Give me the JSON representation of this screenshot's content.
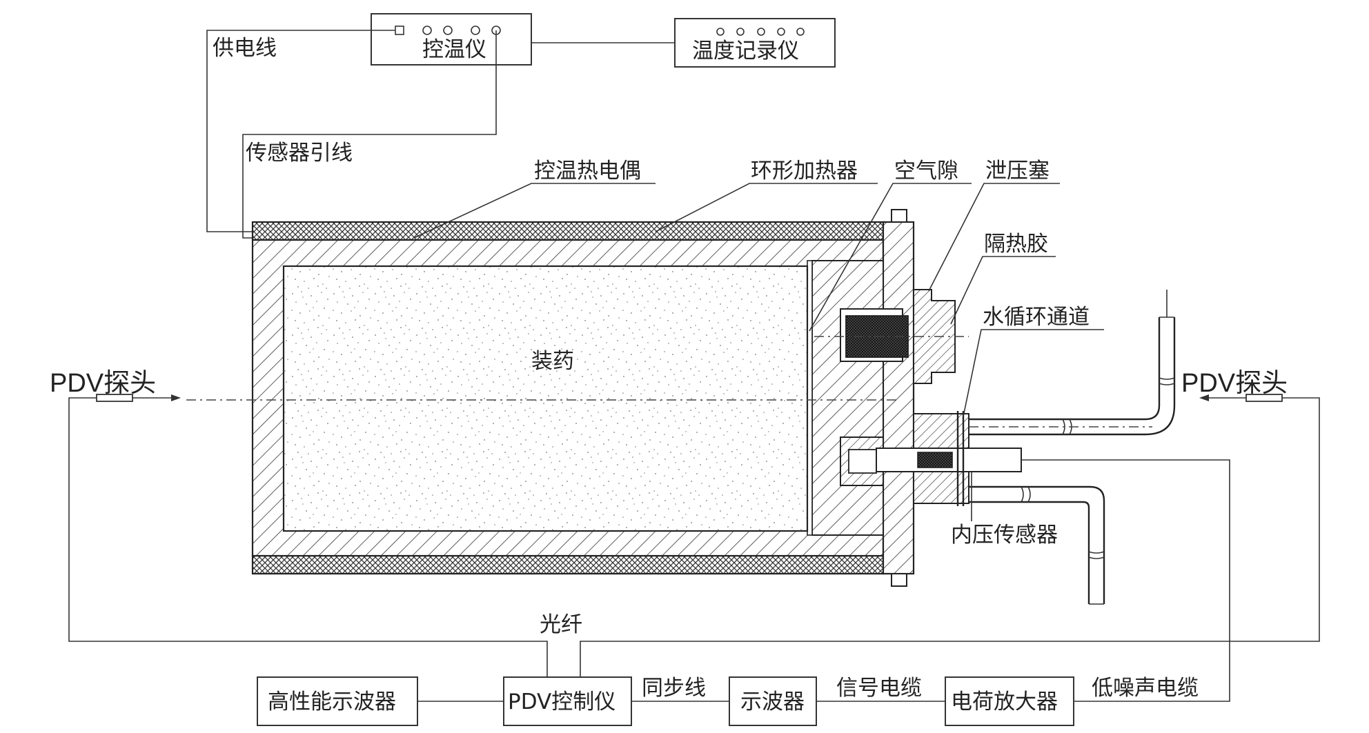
{
  "labels": {
    "power_line": "供电线",
    "temp_controller": "控温仪",
    "temp_recorder": "温度记录仪",
    "sensor_lead": "传感器引线",
    "control_thermocouple": "控温热电偶",
    "ring_heater": "环形加热器",
    "air_gap": "空气隙",
    "pressure_relief_plug": "泄压塞",
    "insulating_glue": "隔热胶",
    "water_channel": "水循环通道",
    "charge": "装药",
    "pdv_probe_left": "PDV探头",
    "pdv_probe_right": "PDV探头",
    "internal_pressure_sensor": "内压传感器",
    "optical_fiber": "光纤",
    "hp_oscilloscope": "高性能示波器",
    "pdv_controller": "PDV控制仪",
    "sync_line": "同步线",
    "oscilloscope": "示波器",
    "signal_cable": "信号电缆",
    "charge_amplifier": "电荷放大器",
    "low_noise_cable": "低噪声电缆"
  },
  "colors": {
    "line": "#333333",
    "background": "#ffffff"
  }
}
